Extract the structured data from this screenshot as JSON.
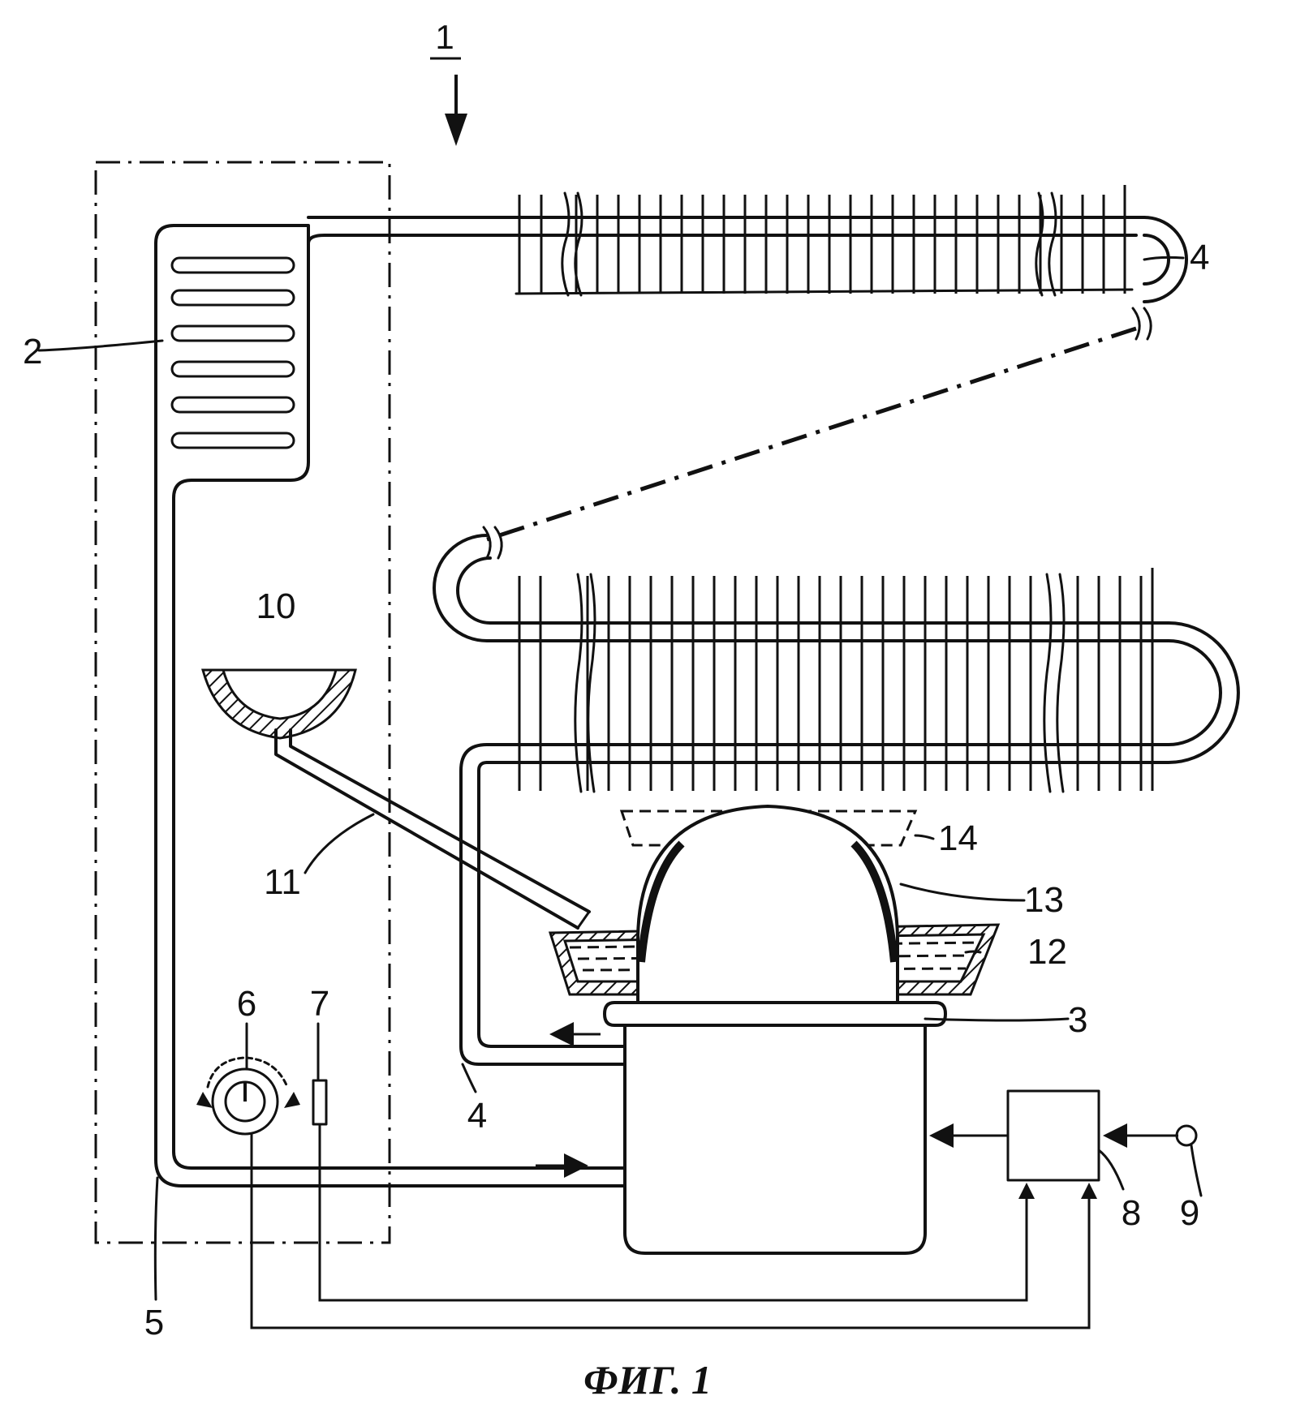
{
  "figure": {
    "caption": "ФИГ. 1",
    "reference_numeral_top": "1"
  },
  "labels": {
    "evaporator": "2",
    "compressor": "3",
    "condenser_tube_top": "4",
    "condenser_tube_bottom": "4",
    "suction_line": "5",
    "thermostat_knob": "6",
    "sensor": "7",
    "control_unit": "8",
    "power_input": "9",
    "drip_collector": "10",
    "drain_tube": "11",
    "evaporation_tray": "12",
    "heating_element": "13",
    "fan_dashed": "14"
  }
}
